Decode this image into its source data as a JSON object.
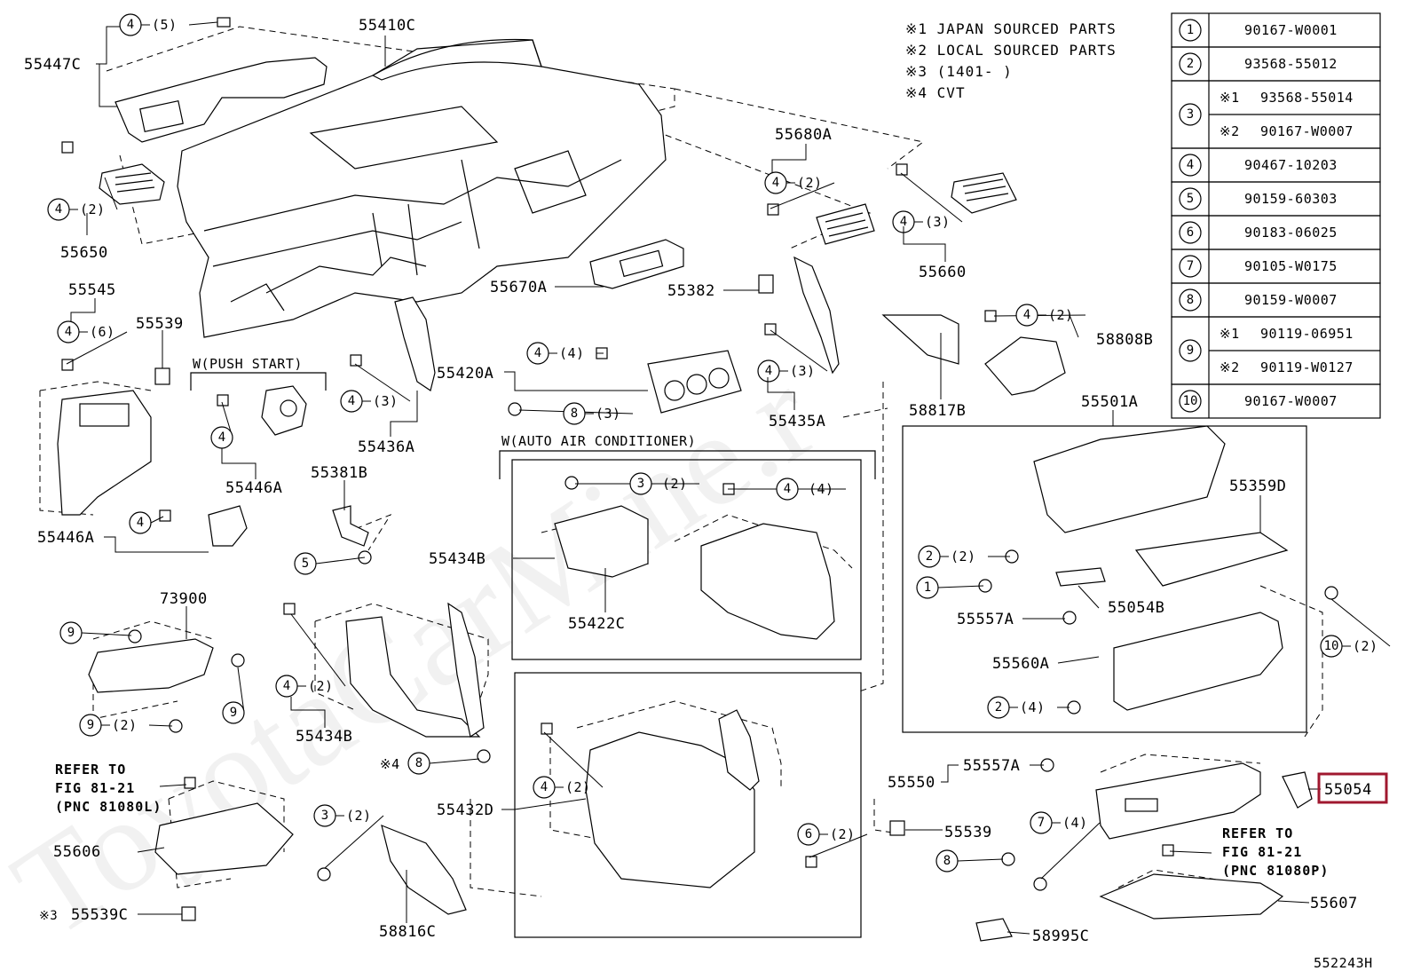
{
  "notes": [
    "※1 JAPAN SOURCED PARTS",
    "※2 LOCAL SOURCED PARTS",
    "※3 (1401- )",
    "※4 CVT"
  ],
  "parts_table": [
    {
      "no": "1",
      "rows": [
        {
          "mark": "",
          "part": "90167-W0001"
        }
      ]
    },
    {
      "no": "2",
      "rows": [
        {
          "mark": "",
          "part": "93568-55012"
        }
      ]
    },
    {
      "no": "3",
      "rows": [
        {
          "mark": "※1",
          "part": "93568-55014"
        },
        {
          "mark": "※2",
          "part": "90167-W0007"
        }
      ]
    },
    {
      "no": "4",
      "rows": [
        {
          "mark": "",
          "part": "90467-10203"
        }
      ]
    },
    {
      "no": "5",
      "rows": [
        {
          "mark": "",
          "part": "90159-60303"
        }
      ]
    },
    {
      "no": "6",
      "rows": [
        {
          "mark": "",
          "part": "90183-06025"
        }
      ]
    },
    {
      "no": "7",
      "rows": [
        {
          "mark": "",
          "part": "90105-W0175"
        }
      ]
    },
    {
      "no": "8",
      "rows": [
        {
          "mark": "",
          "part": "90159-W0007"
        }
      ]
    },
    {
      "no": "9",
      "rows": [
        {
          "mark": "※1",
          "part": "90119-06951"
        },
        {
          "mark": "※2",
          "part": "90119-W0127"
        }
      ]
    },
    {
      "no": "10",
      "rows": [
        {
          "mark": "",
          "part": "90167-W0007"
        }
      ]
    }
  ],
  "part_labels": [
    "55410C",
    "55447C",
    "55650",
    "55680A",
    "55660",
    "55670A",
    "55382",
    "55545",
    "55539",
    "55420A",
    "58808B",
    "58817B",
    "55435A",
    "55436A",
    "55446A",
    "55446A",
    "55381B",
    "55434B",
    "55422C",
    "55501A",
    "55359D",
    "55054B",
    "55557A",
    "55560A",
    "73900",
    "55434B",
    "55432D",
    "55550",
    "55557A",
    "55054",
    "55539",
    "55606",
    "55539C",
    "58816C",
    "58995C",
    "55607"
  ],
  "callouts": [
    "(5)",
    "(2)",
    "(2)",
    "(3)",
    "(6)",
    "(4)",
    "(2)",
    "(3)",
    "(3)",
    "(3)",
    "(2)",
    "(4)",
    "(2)",
    "(2)",
    "(2)",
    "(4)",
    "(2)",
    "(2)",
    "(2)",
    "(2)",
    "(4)"
  ],
  "captions": [
    "W(PUSH START)",
    "W(AUTO AIR CONDITIONER)"
  ],
  "refer_left": [
    "REFER TO",
    "FIG 81-21",
    "(PNC 81080L)"
  ],
  "refer_right": [
    "REFER TO",
    "FIG 81-21",
    "(PNC 81080P)"
  ],
  "highlight_part": "55054",
  "note4_mark": "※4",
  "note3_mark": "※3",
  "figure_id": "552243H",
  "watermark": "ToyotaCarMine.r",
  "colors": {
    "highlight": "#a0182f",
    "ink": "#000000",
    "paper": "#ffffff"
  }
}
